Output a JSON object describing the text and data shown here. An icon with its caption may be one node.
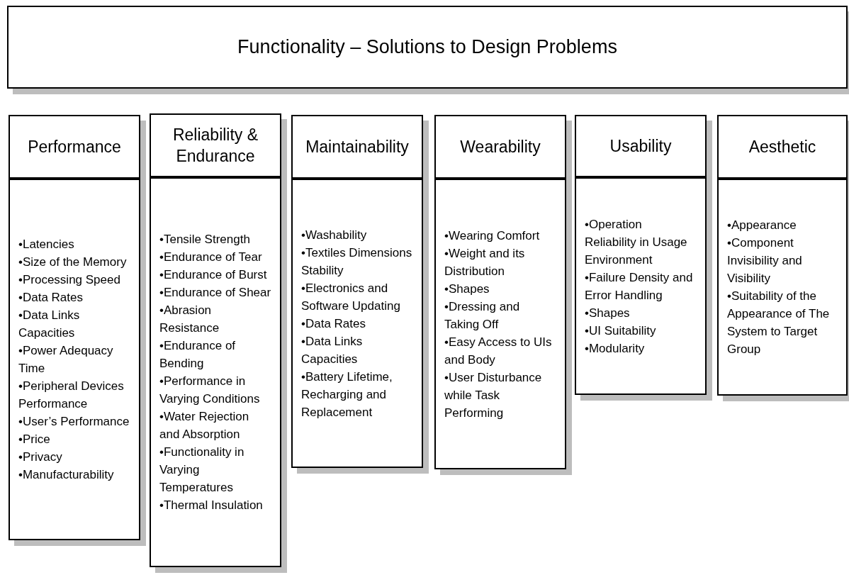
{
  "diagram": {
    "nodes": [
      {
        "text": [
          "Functionality – Solutions to Design Problems"
        ]
      },
      {
        "text": [
          "Performance"
        ]
      },
      {
        "text": [
          "•Latencies",
          "•Size of the Memory",
          "•Processing Speed",
          "•Data Rates",
          "•Data Links Capacities",
          "•Power Adequacy Time",
          "•Peripheral Devices Performance",
          "•User’s Performance",
          "•Price",
          "•Privacy",
          "•Manufacturability"
        ]
      },
      {
        "text": [
          "Reliability & Endurance"
        ]
      },
      {
        "text": [
          "•Tensile Strength",
          "•Endurance of Tear",
          "•Endurance of Burst",
          "•Endurance of Shear",
          "•Abrasion Resistance",
          "•Endurance of Bending",
          "•Performance in Varying Conditions",
          "•Water Rejection and Absorption",
          "•Functionality in Varying Temperatures",
          "•Thermal Insulation"
        ]
      },
      {
        "text": [
          "Maintainability"
        ]
      },
      {
        "text": [
          "•Washability",
          "•Textiles Dimensions Stability",
          "•Electronics and Software Updating",
          "•Data Rates",
          "•Data Links Capacities",
          "•Battery Lifetime, Recharging and Replacement"
        ]
      },
      {
        "text": [
          "Wearability"
        ]
      },
      {
        "text": [
          "•Wearing Comfort",
          "•Weight and its Distribution",
          "•Shapes",
          "•Dressing and Taking Off",
          "•Easy Access to UIs and Body",
          "•User Disturbance while Task Performing"
        ]
      },
      {
        "text": [
          "Usability"
        ]
      },
      {
        "text": [
          "•Operation Reliability in Usage Environment",
          "•Failure Density and Error Handling",
          "•Shapes",
          "•UI Suitability",
          "•Modularity"
        ]
      },
      {
        "text": [
          "Aesthetic"
        ]
      },
      {
        "text": [
          "•Appearance",
          "•Component Invisibility and Visibility",
          "•Suitability of the Appearance of The System to Target Group"
        ]
      }
    ]
  }
}
